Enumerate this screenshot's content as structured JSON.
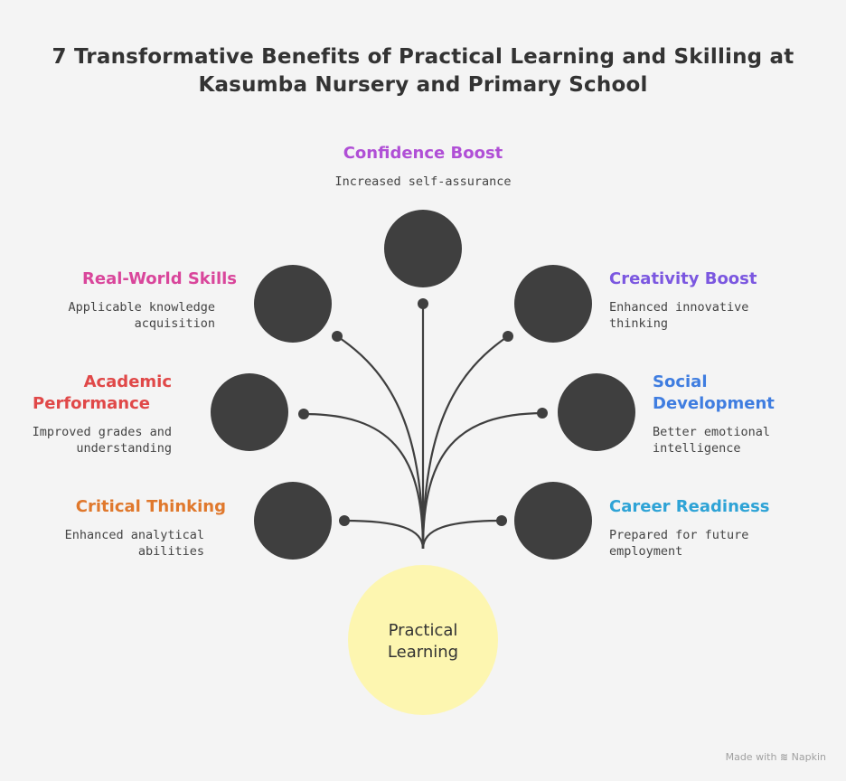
{
  "title": {
    "line1": "7 Transformative Benefits of Practical Learning and Skilling at",
    "line2": "Kasumba Nursery and Primary School"
  },
  "center": {
    "line1": "Practical",
    "line2": "Learning",
    "color": "#fdf6b0"
  },
  "node_color": "#3f3f3f",
  "benefits": [
    {
      "id": "confidence",
      "title": "Confidence Boost",
      "desc": [
        "Increased self-assurance"
      ],
      "color": "#b04fd6"
    },
    {
      "id": "realworld",
      "title": "Real-World Skills",
      "desc": [
        "Applicable knowledge",
        "acquisition"
      ],
      "color": "#d9469b"
    },
    {
      "id": "creativity",
      "title": "Creativity Boost",
      "desc": [
        "Enhanced innovative",
        "thinking"
      ],
      "color": "#7b57e0"
    },
    {
      "id": "academic",
      "title": "Academic Performance",
      "title_lines": [
        "Academic",
        "Performance"
      ],
      "desc": [
        "Improved grades and",
        "understanding"
      ],
      "color": "#e04848"
    },
    {
      "id": "social",
      "title": "Social Development",
      "title_lines": [
        "Social",
        "Development"
      ],
      "desc": [
        "Better emotional",
        "intelligence"
      ],
      "color": "#3f7de0"
    },
    {
      "id": "critical",
      "title": "Critical Thinking",
      "desc": [
        "Enhanced analytical",
        "abilities"
      ],
      "color": "#e0782c"
    },
    {
      "id": "career",
      "title": "Career Readiness",
      "desc": [
        "Prepared for future",
        "employment"
      ],
      "color": "#2ea3d6"
    }
  ],
  "footer": {
    "made_with": "Made with",
    "brand": "Napkin"
  }
}
